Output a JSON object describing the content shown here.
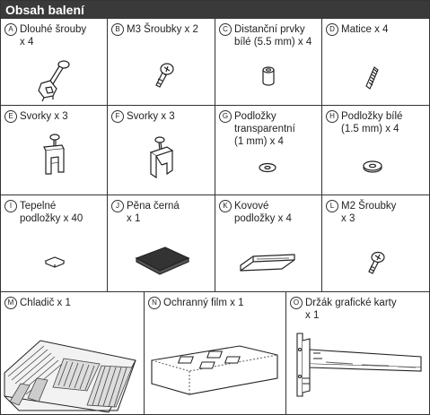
{
  "header": {
    "title": "Obsah balení"
  },
  "items": [
    {
      "letter": "A",
      "text": "Dlouhé šrouby\nx 4",
      "icon": "long-screw-with-nut-icon"
    },
    {
      "letter": "B",
      "text": "M3 Šroubky x 2",
      "icon": "m3-screw-icon"
    },
    {
      "letter": "C",
      "text": "Distanční prvky\nbílé (5.5 mm) x 4",
      "icon": "spacer-icon"
    },
    {
      "letter": "D",
      "text": "Matice x 4",
      "icon": "spring-nut-icon"
    },
    {
      "letter": "E",
      "text": "Svorky x 3",
      "icon": "clamp-icon"
    },
    {
      "letter": "F",
      "text": "Svorky x 3",
      "icon": "clamp-angled-icon"
    },
    {
      "letter": "G",
      "text": "Podložky\ntransparentní\n(1 mm) x 4",
      "icon": "washer-transparent-icon"
    },
    {
      "letter": "H",
      "text": "Podložky bílé\n(1.5 mm) x 4",
      "icon": "washer-white-icon"
    },
    {
      "letter": "I",
      "text": "Tepelné\npodložky x 40",
      "icon": "thermal-pad-icon"
    },
    {
      "letter": "J",
      "text": "Pěna černá\nx 1",
      "icon": "black-foam-icon"
    },
    {
      "letter": "K",
      "text": "Kovové\npodložky x 4",
      "icon": "metal-shim-icon"
    },
    {
      "letter": "L",
      "text": "M2 Šroubky\nx 3",
      "icon": "m2-screw-icon"
    },
    {
      "letter": "M",
      "text": "Chladič x 1",
      "icon": "heatsink-icon"
    },
    {
      "letter": "N",
      "text": "Ochranný film x 1",
      "icon": "protective-film-icon"
    },
    {
      "letter": "O",
      "text": "Držák grafické karty\nx 1",
      "icon": "gpu-bracket-icon"
    }
  ]
}
